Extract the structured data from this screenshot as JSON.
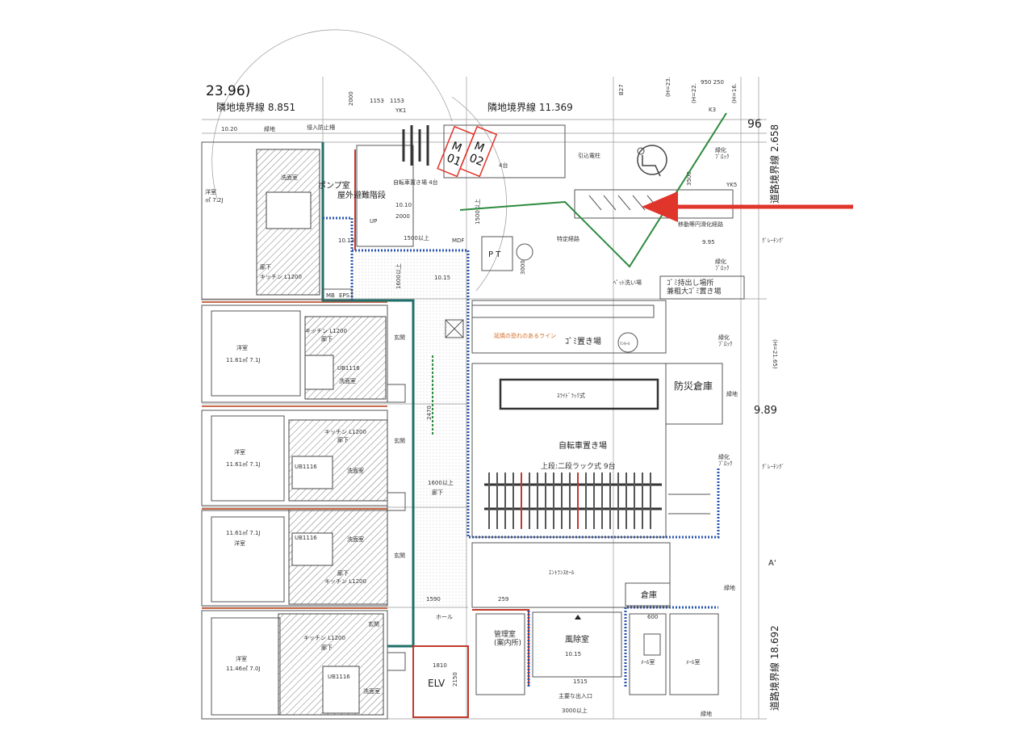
{
  "plan": {
    "top_left_level": "23.96)",
    "boundary_left": "隣地境界線 8.851",
    "boundary_top": "隣地境界線 11.369",
    "boundary_right_top": "道路境界線 2.658",
    "boundary_right_bottom": "道路境界線 18.692",
    "dim_2000": "2000",
    "dim_1153a": "1153",
    "dim_1153b": "1153",
    "yk1": "YK1",
    "yk5": "YK5",
    "k3": "K3",
    "dim_950_250": "950 250",
    "h23": "(H=23.",
    "h22": "(H=22.",
    "h16": "(H=16.",
    "h2165": "(H=21.65)",
    "b27": "B27",
    "level_1020": "10.20",
    "level_1010": "10.10",
    "level_1013": "10.13",
    "level_1015": "10.15",
    "level_995": "9.95",
    "level_96": "96",
    "level_989": "9.89",
    "green_area": "緑地",
    "intrusion": "侵入防止柵",
    "pump_room": "ポンプ室",
    "outdoor_stairs": "屋外避難階段",
    "bike_parking_4": "自転車置き場 4台",
    "four_units": "4台",
    "moto1": "M\n01",
    "moto2": "M\n02",
    "utility_pole": "引込電柱",
    "green_block": "緑化\nﾌﾞﾛｯｸ",
    "dim_3500": "3500",
    "dim_1500": "1500以上",
    "dim_2000b": "2000",
    "dim_1600": "1600以上",
    "dim_3000": "3000",
    "mobility_route": "移動等円滑化経路",
    "specific_route": "特定経路",
    "grating": "ｸﾞﾚｰﾁﾝｸﾞ",
    "pt": "P T",
    "mdf": "MDF",
    "mb": "MB",
    "eps": "EPS",
    "up": "UP",
    "pet_wash": "ﾍﾟｯﾄ洗い場",
    "garbage_out": "ｺﾞﾐ持出し場所\n兼粗大ｺﾞﾐ置き場",
    "garbage_area": "ｺﾞﾐ置き場",
    "spread_line": "延焼の恐れのあるライン",
    "manhole": "ﾏﾝﾎｰﾙ",
    "slide_rack": "ｽﾗｲﾄﾞﾗｯｸ式",
    "disaster_store": "防災倉庫",
    "bike_parking": "自転車置き場",
    "upper_rack": "上段:二段ラック式 9台",
    "corridor": "廊下",
    "entrance_hall": "ｴﾝﾄﾗﾝｽﾎｰﾙ",
    "storage": "倉庫",
    "hall": "ホール",
    "dim_1590": "1590",
    "dim_259": "259",
    "dim_1810": "1810",
    "dim_2150": "2150",
    "dim_600": "600",
    "dim_1515": "1515",
    "elv": "ELV",
    "manager_room": "管理室\n(案内所)",
    "windbreak_room": "風除室",
    "mail_room_a": "ﾒｰﾙ室",
    "mail_room_b": "ﾒｰﾙ室",
    "main_entrance": "主要な出入口",
    "entrance_dim": "3000以上",
    "dim_2470": "2470",
    "a_prime": "A'",
    "units": [
      {
        "room": "洋室",
        "area": "11.61㎡ 7.1J",
        "kitchen": "キッチン L1200",
        "bath": "UB1116",
        "wash": "洗面室",
        "entry": "玄関",
        "hall": "廊下"
      },
      {
        "room": "洋室",
        "area": "11.61㎡ 7.1J",
        "kitchen": "キッチン L1200",
        "bath": "UB1116",
        "wash": "洗面室",
        "entry": "玄関",
        "hall": "廊下"
      },
      {
        "room": "洋室",
        "area": "11.61㎡ 7.1J",
        "kitchen": "キッチン L1200",
        "bath": "UB1116",
        "wash": "洗面室",
        "entry": "玄関",
        "hall": "廊下"
      },
      {
        "room": "洋室",
        "area": "11.46㎡ 7.0J",
        "kitchen": "キッチン L1200",
        "bath": "UB1116",
        "wash": "洗面室",
        "entry": "玄関",
        "hall": "廊下"
      }
    ],
    "top_unit": {
      "room": "洋室",
      "area": "㎡ 7.2J",
      "kitchen": "キッチン L1200",
      "hall": "廊下",
      "wash": "洗面室"
    }
  },
  "colors": {
    "arrow": "#e0352b",
    "moto_box": "#e0352b",
    "dotted_line": "#2a55b0",
    "teal_wall": "#1f6f6a"
  }
}
